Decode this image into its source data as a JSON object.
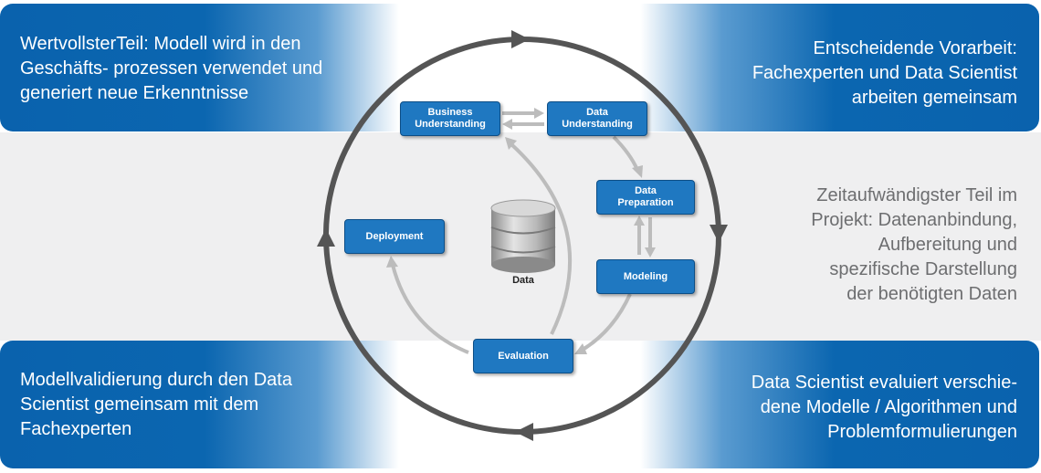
{
  "banners": {
    "top_left": "WertvollsterTeil: Modell wird in den\nGeschäfts- prozessen verwendet und\ngeneriert neue Erkenntnisse",
    "top_right": "Entscheidende Vorarbeit:\nFachexperten und Data Scientist\narbeiten gemeinsam",
    "middle_right": "Zeitaufwändigster Teil im\nProjekt: Datenanbindung,\nAufbereitung und\nspezifische Darstellung\nder benötigten Daten",
    "bottom_left": "Modellvalidierung durch den Data\nScientist gemeinsam mit dem\nFachexperten",
    "bottom_right": "Data Scientist evaluiert verschie-\ndene Modelle / Algorithmen und\nProblemformulierungen"
  },
  "phases": {
    "business_understanding": "Business\nUnderstanding",
    "data_understanding": "Data\nUnderstanding",
    "data_preparation": "Data\nPreparation",
    "modeling": "Modeling",
    "evaluation": "Evaluation",
    "deployment": "Deployment"
  },
  "data_store_label": "Data",
  "colors": {
    "banner_blue": "#0b66b0",
    "node_blue": "#1f78c1",
    "cycle_ring": "#555555",
    "inner_arrows": "#bcbcbc",
    "mid_text": "#6d6e70"
  },
  "icons": [
    "database-cylinder-icon"
  ]
}
